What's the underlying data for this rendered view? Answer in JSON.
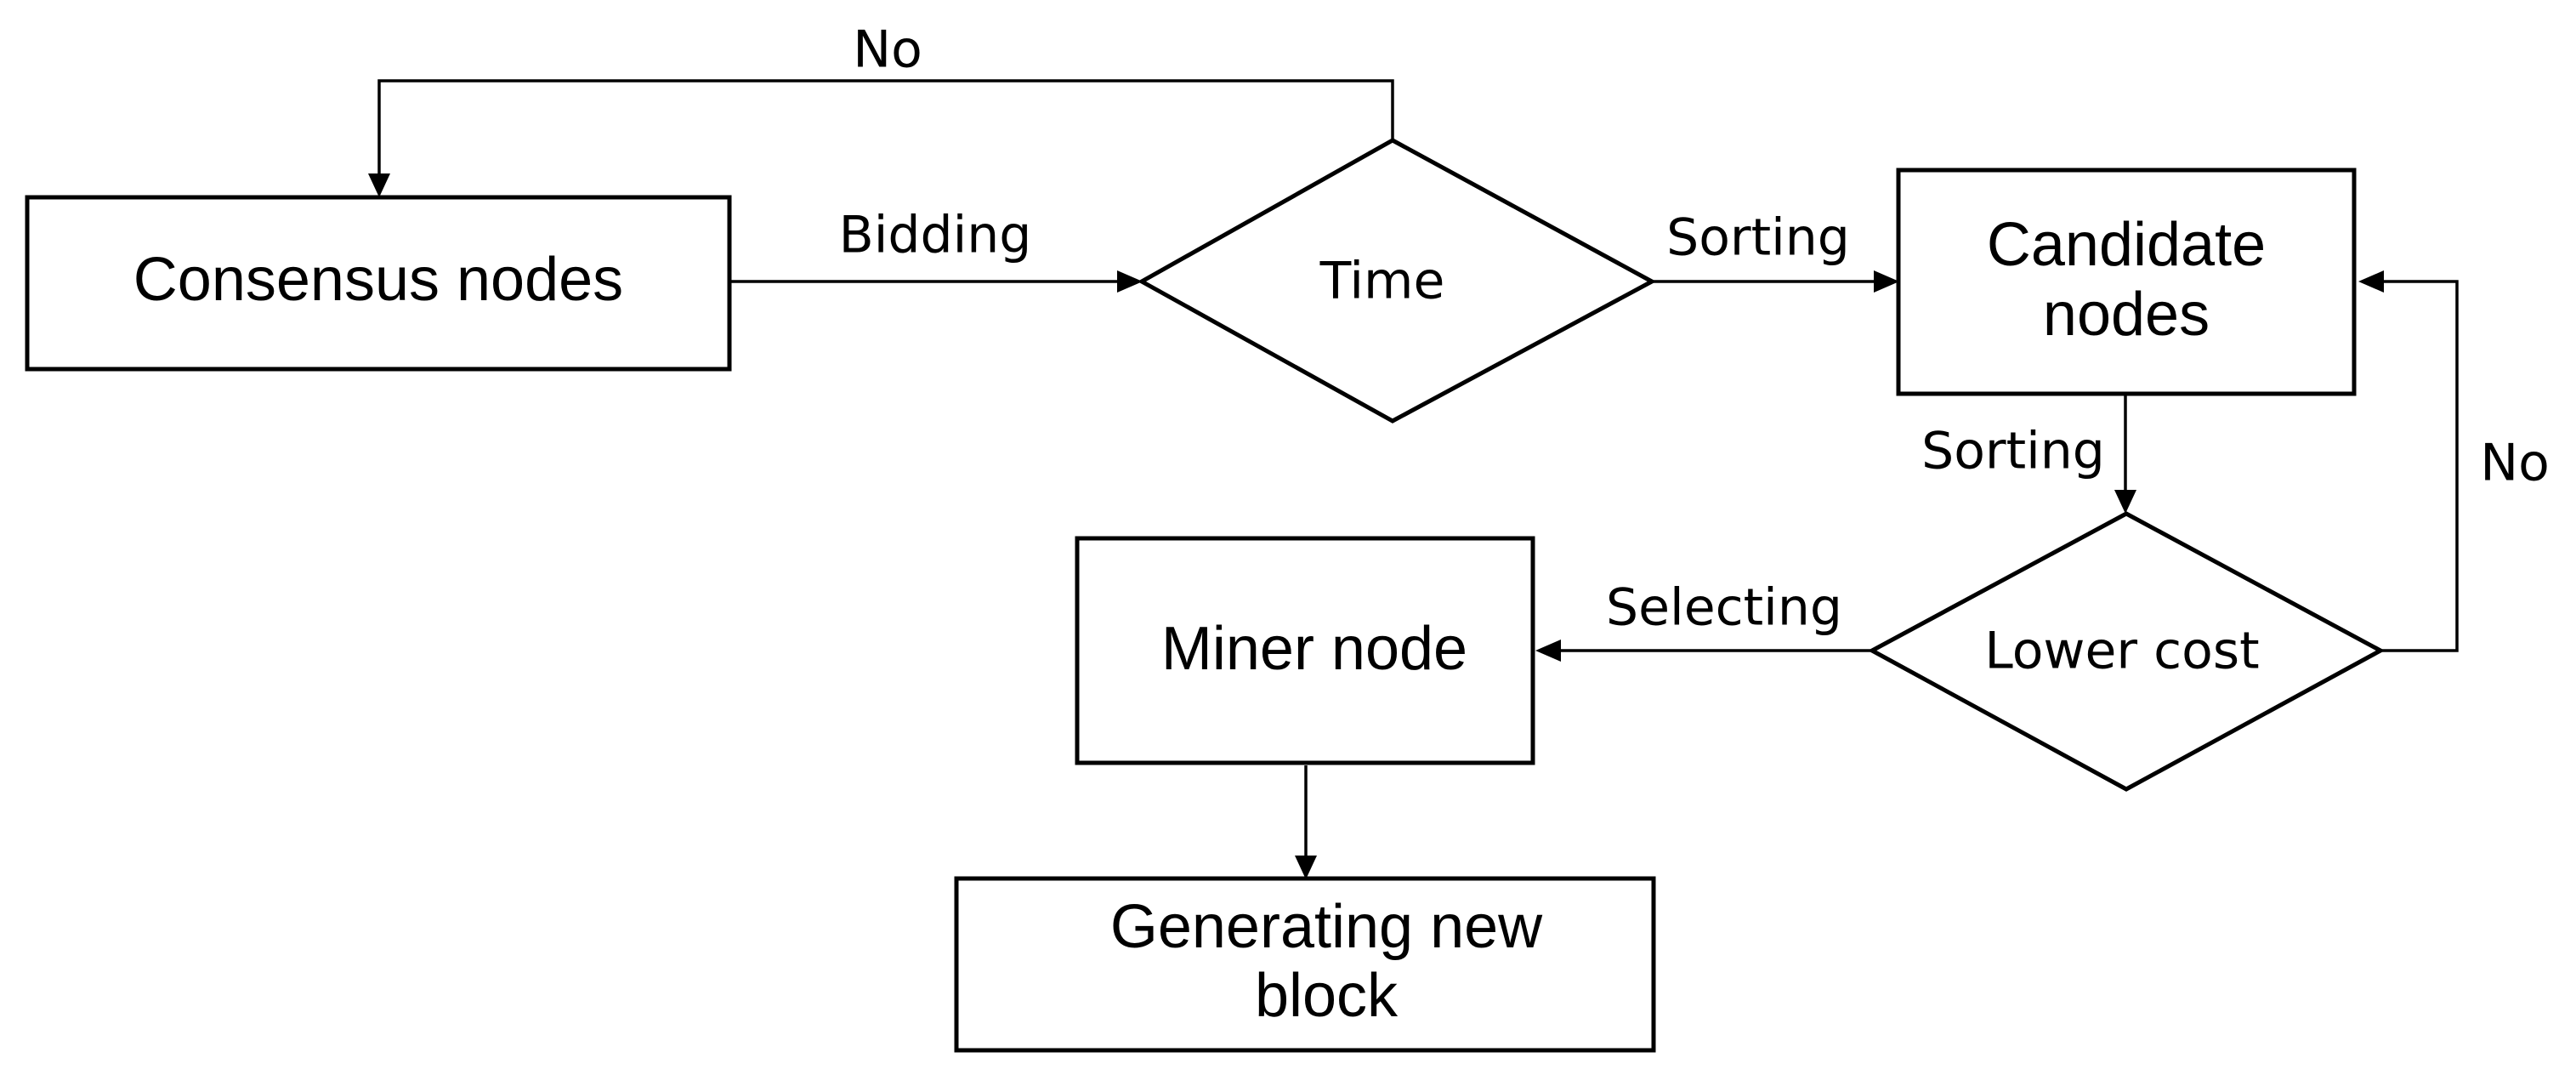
{
  "diagram": {
    "nodes": {
      "consensus": "Consensus nodes",
      "time": "Time",
      "candidate_line1": "Candidate",
      "candidate_line2": "nodes",
      "lower_cost": "Lower cost",
      "miner": "Miner node",
      "generate_line1": "Generating new",
      "generate_line2": "block"
    },
    "edges": {
      "bidding": "Bidding",
      "sorting_to_candidate": "Sorting",
      "sorting_to_lower_cost": "Sorting",
      "selecting": "Selecting",
      "no_time_loop": "No",
      "no_cost_loop": "No"
    }
  }
}
